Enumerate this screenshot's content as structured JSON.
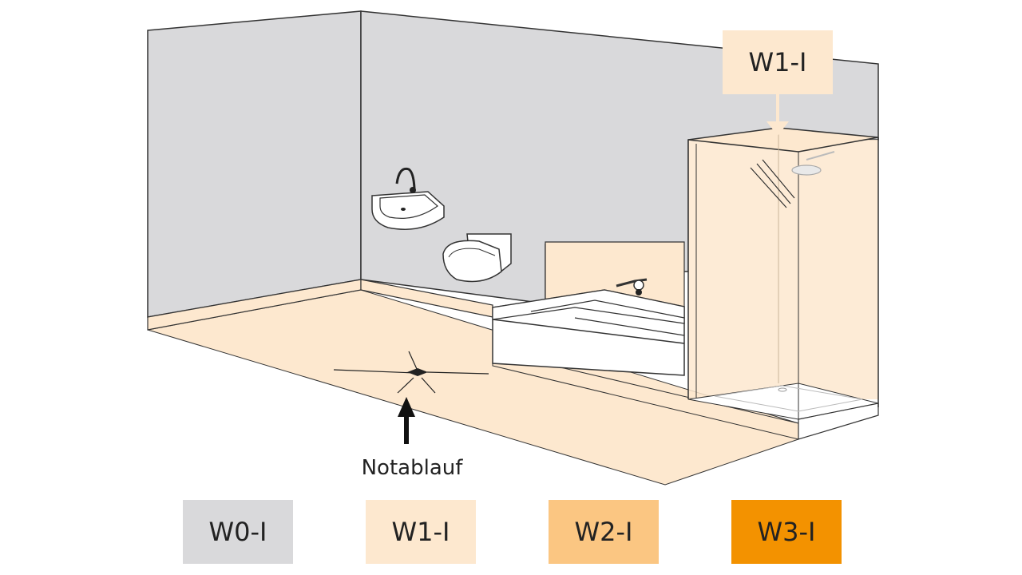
{
  "colors": {
    "W0-I": "#d9d9db",
    "W1-I": "#fde8cf",
    "W2-I": "#fbc682",
    "W3-I": "#f39200",
    "outline": "#333333"
  },
  "callout": {
    "label": "W1-I"
  },
  "drain": {
    "label": "Notablauf"
  },
  "legend": [
    {
      "label": "W0-I",
      "color": "#d9d9db"
    },
    {
      "label": "W1-I",
      "color": "#fde8cf"
    },
    {
      "label": "W2-I",
      "color": "#fbc682"
    },
    {
      "label": "W3-I",
      "color": "#f39200"
    }
  ],
  "icons": [
    "sink-icon",
    "toilet-icon",
    "faucet-icon",
    "shower-head-icon",
    "floor-drain-icon",
    "arrow-up-icon"
  ]
}
